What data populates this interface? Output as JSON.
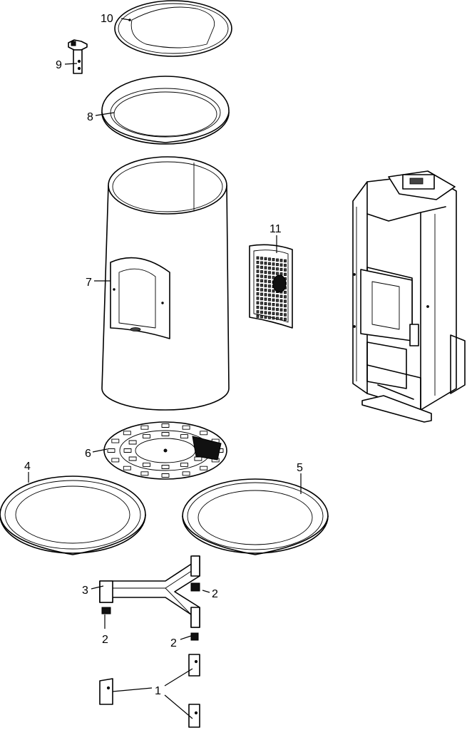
{
  "callouts": [
    {
      "id": "1",
      "label": "1"
    },
    {
      "id": "2a",
      "label": "2"
    },
    {
      "id": "2b",
      "label": "2"
    },
    {
      "id": "2c",
      "label": "2"
    },
    {
      "id": "3",
      "label": "3"
    },
    {
      "id": "4",
      "label": "4"
    },
    {
      "id": "5",
      "label": "5"
    },
    {
      "id": "6",
      "label": "6"
    },
    {
      "id": "7",
      "label": "7"
    },
    {
      "id": "8",
      "label": "8"
    },
    {
      "id": "9",
      "label": "9"
    },
    {
      "id": "10",
      "label": "10"
    },
    {
      "id": "11",
      "label": "11"
    }
  ]
}
